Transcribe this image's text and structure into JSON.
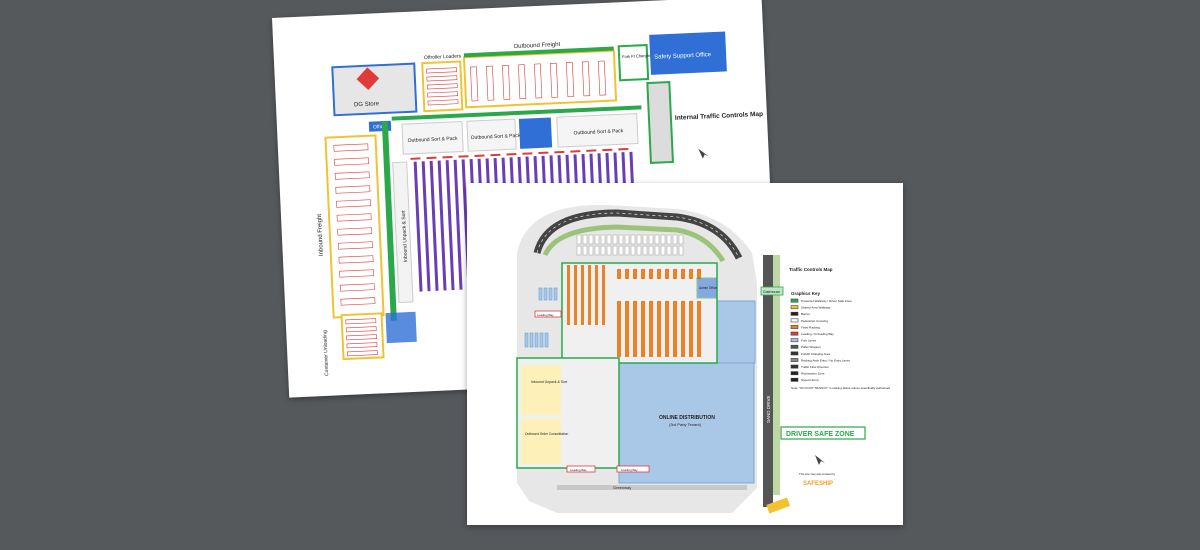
{
  "back_map": {
    "title": "Internal Traffic Controls Map",
    "areas": {
      "dg_store": "DG Store",
      "offroller_loaders": "Offroller Loaders",
      "outbound_freight": "Outbound Freight",
      "fork_recharge": "Fork Ft Charging",
      "safety_office": "Safety Support Office",
      "office": "Office",
      "outbound_sort_pack_1": "Outbound Sort & Pack",
      "outbound_sort_pack_2": "Outbound Sort & Pack",
      "outbound_sort_pack_3": "Outbound Sort & Pack",
      "inbound_unpack_sort": "Inbound Unpack & Sort",
      "inbound_freight": "Inbound Freight",
      "container_unloading": "Container Unloading"
    }
  },
  "front_map": {
    "title": "Traffic Controls Map",
    "areas": {
      "online_distribution": "ONLINE DISTRIBUTION",
      "online_distribution_sub": "(3rd Party Tenant)",
      "inbound_unpack": "Inbound Unpack & Sort",
      "outbound_order": "Outbound Order Consolidation",
      "admin_office": "Admin Office",
      "greenway": "Greenway",
      "gatehouse": "Gatehouse",
      "road": "SAND DRIVE",
      "loading_bay_1": "Loading Bay",
      "loading_bay_2": "Loading Bay",
      "loading_bay_3": "Loading Bay"
    },
    "graphics_key": {
      "title": "Graphics Key",
      "items": [
        {
          "label": "Protected Walkway / Driver Safe Zone",
          "color": "#2aa84a"
        },
        {
          "label": "Shared Area Walkway",
          "color": "#f2c230"
        },
        {
          "label": "Barrier",
          "color": "#222222"
        },
        {
          "label": "Pedestrian Crossing",
          "color": "#ffffff"
        },
        {
          "label": "Fixed Racking",
          "color": "#e8832a"
        },
        {
          "label": "Loading / Unloading Bay",
          "color": "#e03a3a"
        },
        {
          "label": "Fork Lanes",
          "color": "#9fc3e8"
        },
        {
          "label": "Pallet Wrapper",
          "color": "#555555"
        },
        {
          "label": "Forklift Charging Area",
          "color": "#333333"
        },
        {
          "label": "Racking Aisle Entry / No Entry Lanes",
          "color": "#888888"
        },
        {
          "label": "Traffic Flow Direction",
          "color": "#333333"
        },
        {
          "label": "Workstation Zone",
          "color": "#222222"
        },
        {
          "label": "Speed Hump",
          "color": "#222222"
        }
      ]
    },
    "note": "Note: \"NO FOOT TRAFFIC\" in racking aisles unless specifically authorised",
    "driver_safe_zone": "DRIVER SAFE ZONE",
    "brand": "SAFESHIP",
    "brand_tag": "This site map was created by"
  },
  "colors": {
    "background": "#55595c",
    "green": "#2aa84a",
    "yellow": "#f2c230",
    "purple": "#6a3fb5",
    "orange": "#e8832a",
    "blue": "#2f6fd6",
    "light_blue": "#a9c8e8",
    "red": "#e03a3a"
  }
}
